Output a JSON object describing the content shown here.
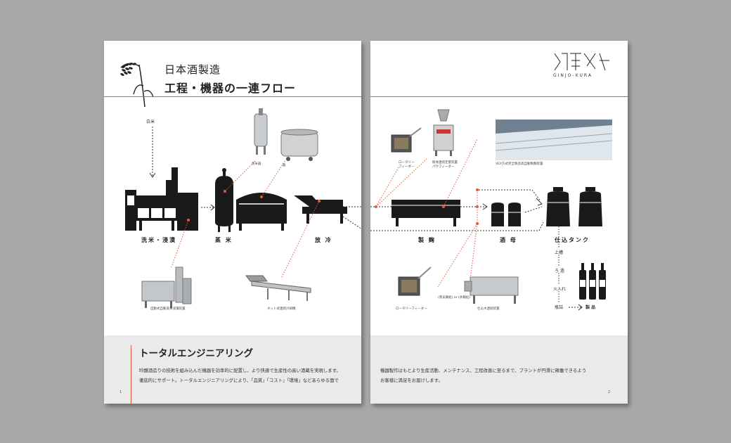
{
  "header": {
    "title_line1": "日本酒製造",
    "title_line2": "工程・機器の一連フロー",
    "logo_text": "GINJO-KURA"
  },
  "flow": {
    "start_label": "白米",
    "stages": {
      "wash": "洗米・浸漬",
      "steam": "蒸 米",
      "cool": "放 冷",
      "koji": "製 麹",
      "moto": "酒 母",
      "tank": "仕込タンク"
    },
    "finish_steps": [
      "上槽",
      "ろ 過",
      "火入れ",
      "瓶詰"
    ],
    "product": "製 品"
  },
  "equipment": {
    "steamer1": "蒸米器",
    "steamer2": "甑",
    "washer": "自動式自動洗米浸漬装置",
    "conveyor": "ネット式連続冷却機",
    "rotary1": "ロータリー\nフィーダー",
    "powder": "粉体連続定量装置\nパウフィーダー",
    "vex": "VEX方式完全製造高自動製麹装置",
    "rotary2": "ロータリーフィーダー",
    "mix_note": "(蒸気麹処)  or  (水麹処)",
    "mixer": "仕込水連続装置"
  },
  "footer": {
    "heading": "トータルエンジニアリング",
    "left_line1": "吟醸酒造りの技術を組み込んだ機器を効率的に配置し、より快適で生産性の高い酒蔵を実現します。",
    "left_line2": "徹底的にサポート。トータルエンジニアリングにより、「品質」「コスト」「環境」などあらゆる面で",
    "right_line1": "機器製作はもとより生産活動、メンテナンス、工程改善に至るまで、プラントが円滑に稼働できるよう",
    "right_line2": "お客様に満足をお届けします。",
    "page_left": "1",
    "page_right": "2"
  },
  "colors": {
    "accent": "#e05a3a",
    "machine": "#1a1a1a",
    "band": "#eaeaea",
    "background": "#a7a8aa"
  }
}
